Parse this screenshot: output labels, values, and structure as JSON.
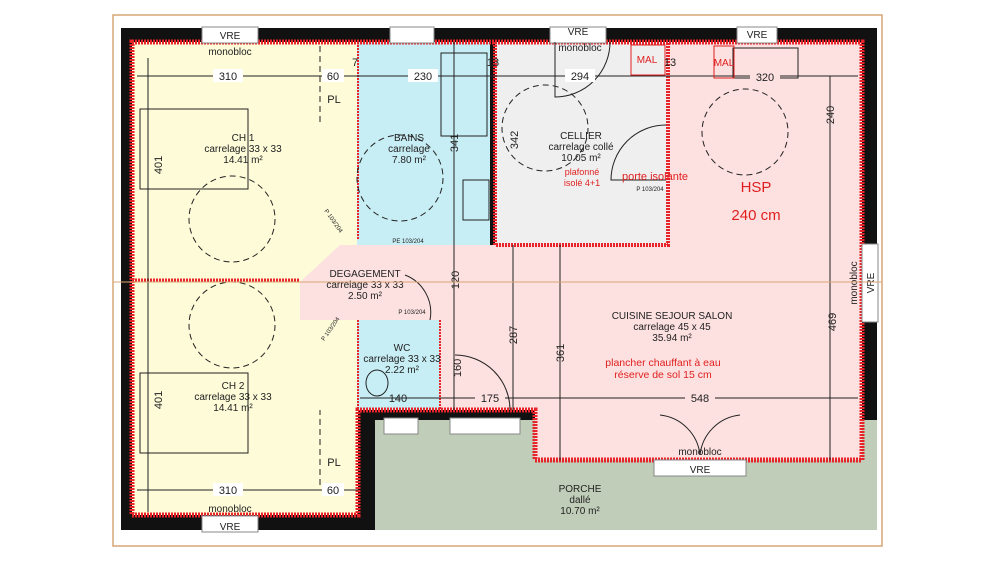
{
  "colors": {
    "bedroom": "#fdfbd8",
    "bath": "#c8eef5",
    "cellier": "#efefef",
    "living": "#fde0e0",
    "porch": "#c0cdb9",
    "wall": "#e8232a",
    "frame": "#d9a574"
  },
  "windows": {
    "vre": "VRE",
    "monobloc": "monobloc"
  },
  "rooms": {
    "ch1": {
      "name": "CH 1",
      "floor": "carrelage 33 x 33",
      "area": "14.41 m²"
    },
    "ch2": {
      "name": "CH 2",
      "floor": "carrelage 33 x 33",
      "area": "14.41 m²"
    },
    "bains": {
      "name": "BAINS",
      "floor": "carrelage",
      "area": "7.80 m²"
    },
    "cellier": {
      "name": "CELLIER",
      "floor": "carrelage collé",
      "area": "10.05 m²",
      "note1": "plafonné",
      "note2": "isolé 4+1"
    },
    "degagement": {
      "name": "DEGAGEMENT",
      "floor": "carrelage 33 x 33",
      "area": "2.50 m²"
    },
    "wc": {
      "name": "WC",
      "floor": "carrelage 33 x 33",
      "area": "2.22 m²"
    },
    "sejour": {
      "name": "CUISINE SEJOUR SALON",
      "floor": "carrelage 45 x 45",
      "area": "35.94 m²",
      "note1": "plancher chauffant à eau",
      "note2": "réserve de sol 15 cm"
    },
    "porche": {
      "name": "PORCHE",
      "floor": "dallé",
      "area": "10.70 m²"
    }
  },
  "annotations": {
    "hsp": "HSP",
    "hsp_value": "240 cm",
    "porte_isolante": "porte isolante",
    "door_code": "P 103/204",
    "door_code_pe": "PE 103/204",
    "pl": "PL",
    "mal": "MAL"
  },
  "dimensions": {
    "d310": "310",
    "d60": "60",
    "d7": "7",
    "d230": "230",
    "d13": "13",
    "d294": "294",
    "d320": "320",
    "d240": "240",
    "d342": "342",
    "d341": "341",
    "d401": "401",
    "d120": "120",
    "d287": "287",
    "d361": "361",
    "d469": "469",
    "d160": "160",
    "d140": "140",
    "d175": "175",
    "d548": "548"
  }
}
